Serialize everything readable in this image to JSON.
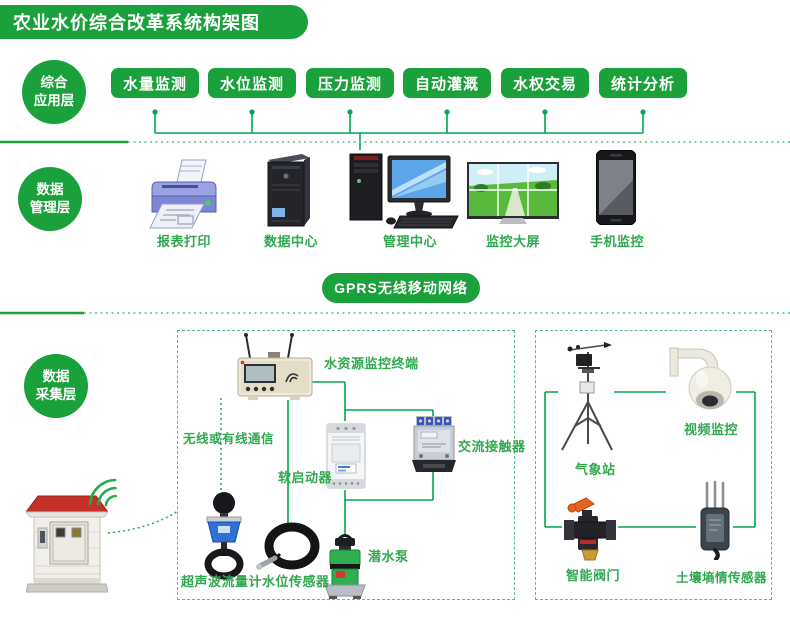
{
  "title": "农业水价综合改革系统构架图",
  "layer_badges": [
    {
      "line1": "综合",
      "line2": "应用层"
    },
    {
      "line1": "数据",
      "line2": "管理层"
    },
    {
      "line1": "数据",
      "line2": "采集层"
    }
  ],
  "app_buttons": [
    "水量监测",
    "水位监测",
    "压力监测",
    "自动灌溉",
    "水权交易",
    "统计分析"
  ],
  "network_pill_label": "GPRS无线移动网络",
  "management_devices": [
    {
      "icon": "printer-icon",
      "label": "报表打印"
    },
    {
      "icon": "server-tower-icon",
      "label": "数据中心"
    },
    {
      "icon": "desktop-computer-icon",
      "label": "管理中心"
    },
    {
      "icon": "video-wall-icon",
      "label": "监控大屏"
    },
    {
      "icon": "smartphone-icon",
      "label": "手机监控"
    }
  ],
  "collection_devices": {
    "terminal": "水资源监控终端",
    "comm_link": "无线或有线通信",
    "soft_starter": "软启动器",
    "ac_contactor": "交流接触器",
    "flow_meter": "超声波流量计",
    "level_sensor": "水位传感器",
    "pump": "潜水泵",
    "weather_station": "气象站",
    "video_camera": "视频监控",
    "smart_valve": "智能阀门",
    "soil_sensor": "土壤墒情传感器"
  },
  "colors": {
    "brand_green": "#1ba13b",
    "line_green": "#00a84d",
    "label_green": "#2fa84e",
    "dashed_border_green": "#5bbd8a"
  }
}
